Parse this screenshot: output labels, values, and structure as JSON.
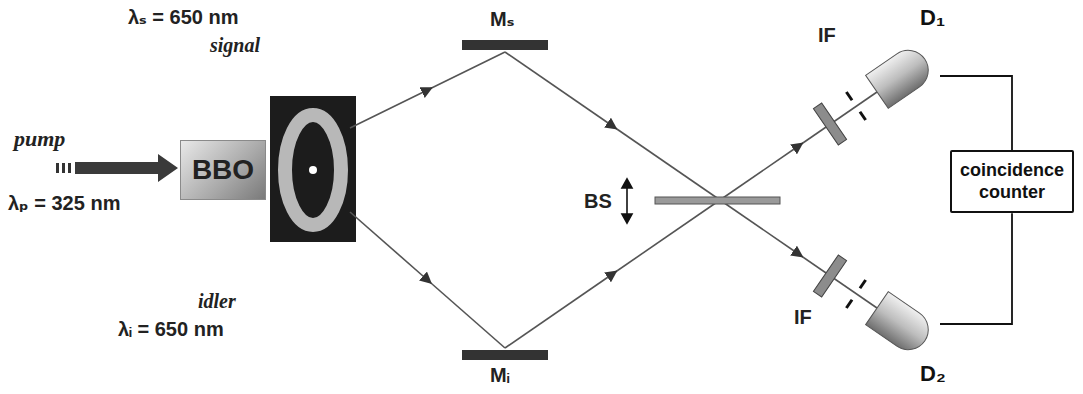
{
  "diagram": {
    "nodes": [
      {
        "text": [
          "BBO"
        ]
      },
      {
        "text": [
          "D₁"
        ]
      },
      {
        "text": [
          "D₂"
        ]
      },
      {
        "text": [
          "coincidence counter"
        ]
      }
    ],
    "edges": [
      {
        "from": 1,
        "to": 3,
        "arrow": "none"
      },
      {
        "from": 2,
        "to": 3,
        "arrow": "none"
      }
    ],
    "labels": [
      "λₛ = 650 nm",
      "signal",
      "pump",
      "λₚ = 325 nm",
      "idler",
      "λᵢ = 650 nm",
      "Mₛ",
      "Mᵢ",
      "BS",
      "IF",
      "IF"
    ]
  }
}
